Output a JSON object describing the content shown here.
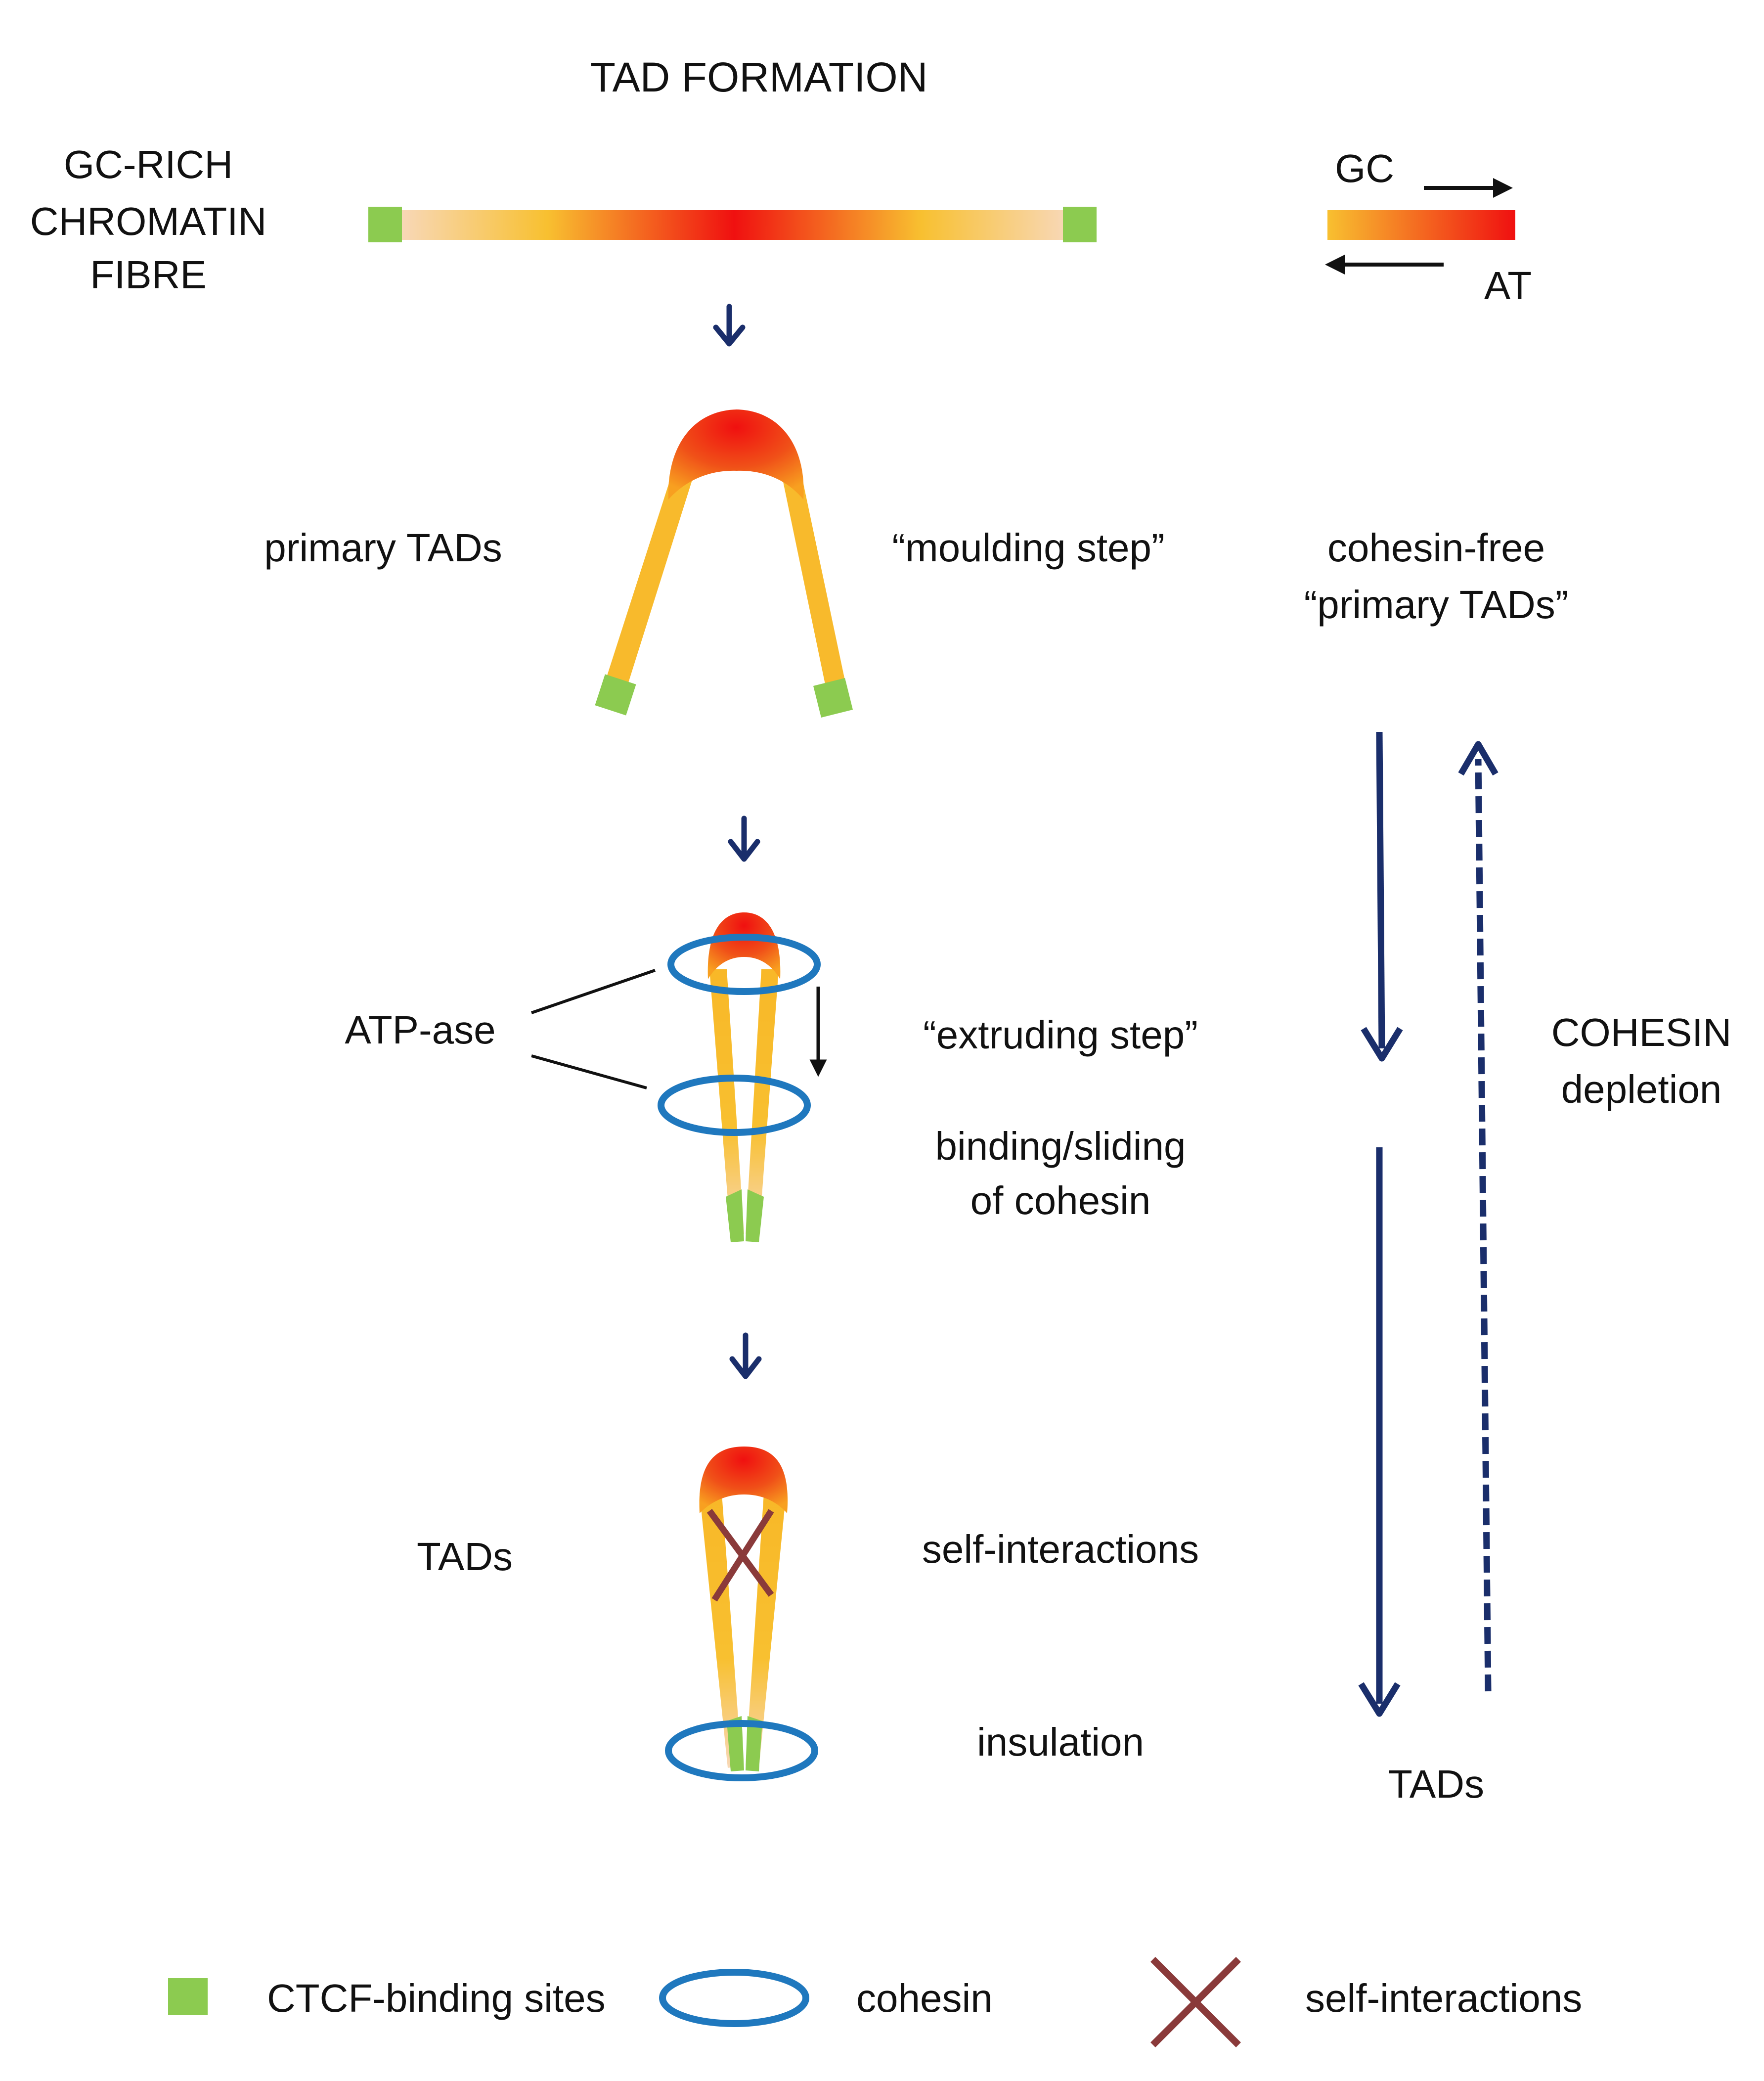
{
  "title": "TAD FORMATION",
  "colors": {
    "gc": "#F5C03A",
    "at": "#F01010",
    "ctcf": "#8CCB50",
    "cohesin": "#1F78BE",
    "cross": "#8A3A3A",
    "navy": "#1A2E6B"
  },
  "labels": {
    "fibre_line1": "GC-RICH",
    "fibre_line2": "CHROMATIN",
    "fibre_line3": "FIBRE",
    "gc": "GC",
    "at": "AT",
    "primary_tads": "primary TADs",
    "moulding_step": "“moulding step”",
    "cohesin_free_line1": "cohesin-free",
    "cohesin_free_line2": "“primary TADs”",
    "atp_ase": "ATP-ase",
    "extruding_step": "“extruding step”",
    "binding_line1": "binding/sliding",
    "binding_line2": "of cohesin",
    "cohesin_depletion_line1": "COHESIN",
    "cohesin_depletion_line2": "depletion",
    "tads_left": "TADs",
    "self_interactions": "self-interactions",
    "insulation": "insulation",
    "tads_right": "TADs"
  },
  "legend": {
    "ctcf": "CTCF-binding sites",
    "cohesin": "cohesin",
    "self_interactions": "self-interactions"
  },
  "icons": {
    "ctcf": "green-square",
    "cohesin": "blue-ring",
    "self_interactions": "red-x"
  }
}
